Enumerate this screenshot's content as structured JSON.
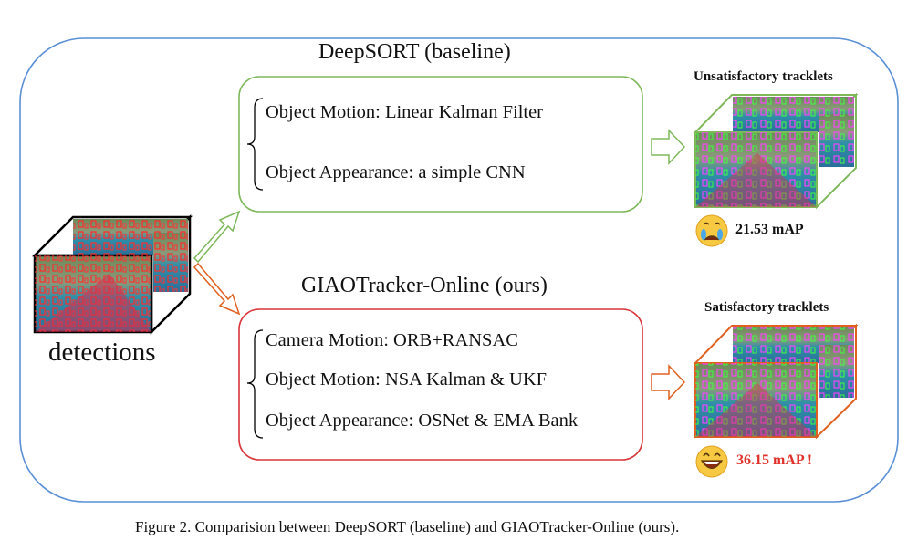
{
  "baseline": {
    "title": "DeepSORT (baseline)",
    "items": [
      "Object Motion: Linear Kalman Filter",
      "Object Appearance: a simple CNN"
    ],
    "result_label": "Unsatisfactory tracklets",
    "score": "21.53 mAP",
    "color": "#7fb85a",
    "emoji": "crying-face-icon"
  },
  "ours": {
    "title": "GIAOTracker-Online (ours)",
    "items": [
      "Camera Motion: ORB+RANSAC",
      "Object Motion: NSA Kalman & UKF",
      "Object Appearance: OSNet & EMA Bank"
    ],
    "result_label": "Satisfactory tracklets",
    "score": "36.15 mAP !",
    "color": "#e06020",
    "box_color": "#d9353a",
    "score_color": "#e0322a",
    "emoji": "grinning-face-icon"
  },
  "input_label": "detections",
  "outer_border_color": "#5b8fd6",
  "caption": "Figure 2. Comparision between DeepSORT (baseline) and GIAOTracker-Online (ours)."
}
